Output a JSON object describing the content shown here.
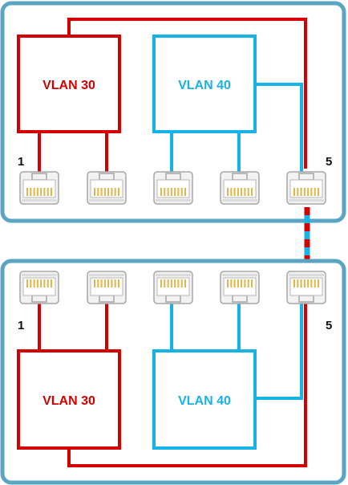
{
  "switches": [
    {
      "vlans": [
        {
          "label": "VLAN 30",
          "color": "#d40000"
        },
        {
          "label": "VLAN 40",
          "color": "#16b2e8"
        }
      ],
      "port_numbers": {
        "first": "1",
        "last": "5"
      },
      "port_count": 5
    },
    {
      "vlans": [
        {
          "label": "VLAN 30",
          "color": "#d40000"
        },
        {
          "label": "VLAN 40",
          "color": "#16b2e8"
        }
      ],
      "port_numbers": {
        "first": "1",
        "last": "5"
      },
      "port_count": 5
    }
  ],
  "colors": {
    "switch_border": "#5aa4c4",
    "vlan30": "#d40000",
    "vlan40": "#16b2e8",
    "trunk_cable": [
      "#d40000",
      "#16b2e8"
    ],
    "port_body": "#f2f2f2",
    "port_outline": "#a6a6a6",
    "port_pins": "#e0b64a"
  },
  "trunk": {
    "connects": "port 5 to port 5",
    "tagged_vlans": [
      "VLAN 30",
      "VLAN 40"
    ]
  }
}
